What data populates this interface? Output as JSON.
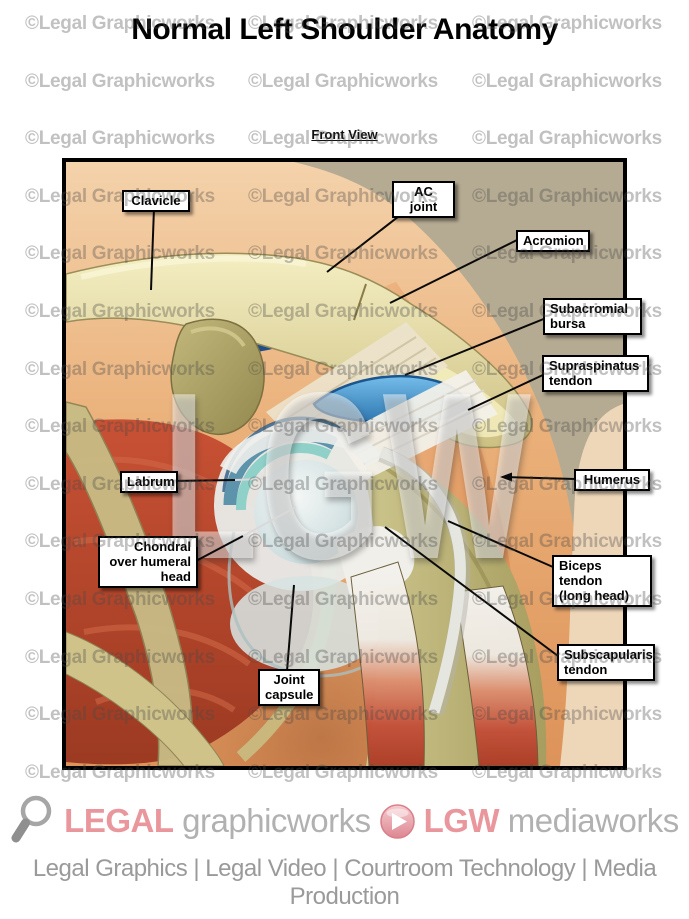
{
  "title": "Normal Left Shoulder Anatomy",
  "view_label": "Front View",
  "watermark": {
    "tile_text": "©Legal Graphicworks",
    "big_text": "LGW"
  },
  "annotations": [
    {
      "id": "clavicle",
      "text": "Clavicle"
    },
    {
      "id": "ac-joint",
      "text": "AC joint"
    },
    {
      "id": "acromion",
      "text": "Acromion"
    },
    {
      "id": "subacromial-bursa",
      "text": "Subacromial\nbursa"
    },
    {
      "id": "supraspinatus-tendon",
      "text": "Supraspinatus\ntendon"
    },
    {
      "id": "labrum",
      "text": "Labrum"
    },
    {
      "id": "chondral",
      "text": "Chondral\nover humeral\nhead"
    },
    {
      "id": "humerus",
      "text": "Humerus"
    },
    {
      "id": "biceps-tendon",
      "text": "Biceps tendon\n(long head)"
    },
    {
      "id": "subscapularis-tendon",
      "text": "Subscapularis\ntendon"
    },
    {
      "id": "joint-capsule",
      "text": "Joint\ncapsule"
    }
  ],
  "footer": {
    "logo1_bold": "LEGAL",
    "logo1_rest": "graphicworks",
    "logo2_bold": "LGW",
    "logo2_rest": "mediaworks",
    "tagline": "Legal Graphics | Legal Video | Courtroom Technology | Media Production"
  },
  "colors": {
    "brand_pink": "#e9979d",
    "logo_gray": "#b1b1b1",
    "tagline_gray": "#9a9a9a",
    "frame_black": "#000000"
  }
}
